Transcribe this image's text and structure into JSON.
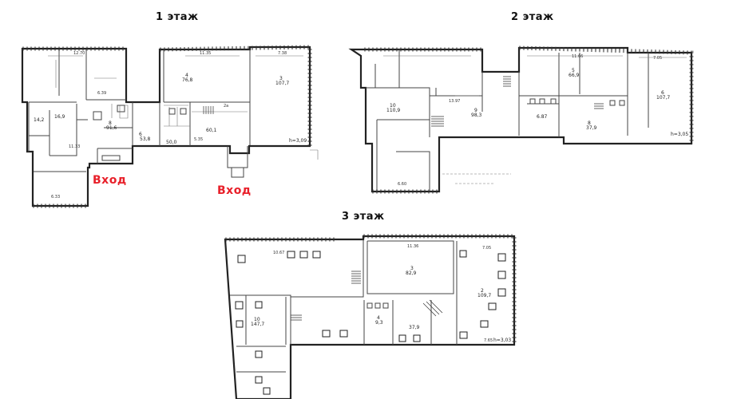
{
  "floors": {
    "f1": {
      "title": "1 этаж",
      "height_note": "h=3,09",
      "entrances": [
        "Вход",
        "Вход"
      ]
    },
    "f2": {
      "title": "2 этаж",
      "height_note": "h=3,05"
    },
    "f3": {
      "title": "3 этаж",
      "height_note": "h=3,03"
    }
  },
  "colors": {
    "entrance_label": "#e8202a",
    "walls": "#222222"
  }
}
